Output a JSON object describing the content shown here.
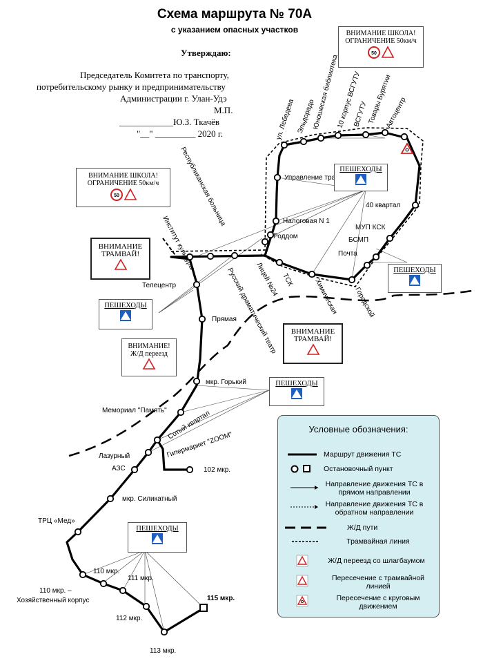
{
  "header": {
    "title": "Схема маршрута № 70А",
    "subtitle": "с указанием опасных участков"
  },
  "approval": {
    "heading": "Утверждаю:",
    "lines": [
      "Председатель Комитета по транспорту,",
      "потребительскому рынку и предпринимательству",
      "Администрации г. Улан-Удэ",
      "М.П.",
      "____________Ю.З. Ткачёв",
      "\"__\" _________ 2020 г."
    ]
  },
  "warnings": {
    "school_1": {
      "line1": "ВНИМАНИЕ  ШКОЛА!",
      "line2": "ОГРАНИЧЕНИЕ 50км/ч",
      "limit": "50"
    },
    "school_2": {
      "line1": "ВНИМАНИЕ  ШКОЛА!",
      "line2": "ОГРАНИЧЕНИЕ 50км/ч",
      "limit": "50"
    },
    "tram_1": {
      "line1": "ВНИМАНИЕ",
      "line2": "ТРАМВАЙ!"
    },
    "tram_2": {
      "line1": "ВНИМАНИЕ",
      "line2": "ТРАМВАЙ!"
    },
    "rail": {
      "line1": "ВНИМАНИЕ!",
      "line2": "Ж/Д переезд"
    },
    "ped_label": "ПЕШЕХОДЫ"
  },
  "stops": {
    "avtocentr": "Автоцентр",
    "tovary_buryatii": "Товары Бурятии",
    "vsgutu": "ВСГУТУ",
    "korpus10": "10 корпус ВСГУТУ",
    "yunosh_bibl": "Юношеская библиотека",
    "eldorado": "Эльдорадо",
    "lebedeva": "ул. Лебедева",
    "upravlenie": "Управление трамвая",
    "nalogovaya": "Налоговая N 1",
    "roddom": "Роддом",
    "kvartal40": "40 квартал",
    "mup_ksk": "МУП КСК",
    "bsmp": "БСМП",
    "pochta": "Почта",
    "gorodskoy": "Городской",
    "himicheskaya": "Химическая",
    "tsk": "ТСК",
    "liceum24": "Лицей №24",
    "rus_teatr": "Русский драматический театр",
    "resp_bolnica": "Республиканская больница",
    "institut": "Институт культуры",
    "telecentr": "Телецентр",
    "pryamaya": "Прямая",
    "gorkiy": "мкр. Горький",
    "memorial": "Мемориал \"Память\"",
    "kvartal_soty": "Сотый квартал",
    "zoom": "Гипермаркет \"ZOOM\"",
    "lazurny": "Лазурный",
    "azs": "АЗС",
    "mkr102": "102 мкр.",
    "silikatny": "мкр. Силикатный",
    "trc_med": "ТРЦ «Мед»",
    "mkr110": "110 мкр.",
    "mkr111": "111 мкр.",
    "mkr110_hoz_1": "110 мкр. –",
    "mkr110_hoz_2": "Хозяйственный корпус",
    "mkr112": "112 мкр.",
    "mkr113": "113 мкр.",
    "mkr115": "115 мкр."
  },
  "legend": {
    "title": "Условные обозначения:",
    "items": [
      "Маршрут движения ТС",
      "Остановочный пункт",
      "Направление движения ТС в прямом направлении",
      "Направление движения ТС в обратном направлении",
      "Ж/Д пути",
      "Трамвайная линия",
      "Ж/Д переезд со шлагбаумом",
      "Пересечение с трамвайной линией",
      "Пересечение с круговым движением"
    ]
  },
  "colors": {
    "legend_bg": "#d4eef2",
    "sign_red": "#d32020",
    "sign_blue": "#1f5fbf"
  }
}
